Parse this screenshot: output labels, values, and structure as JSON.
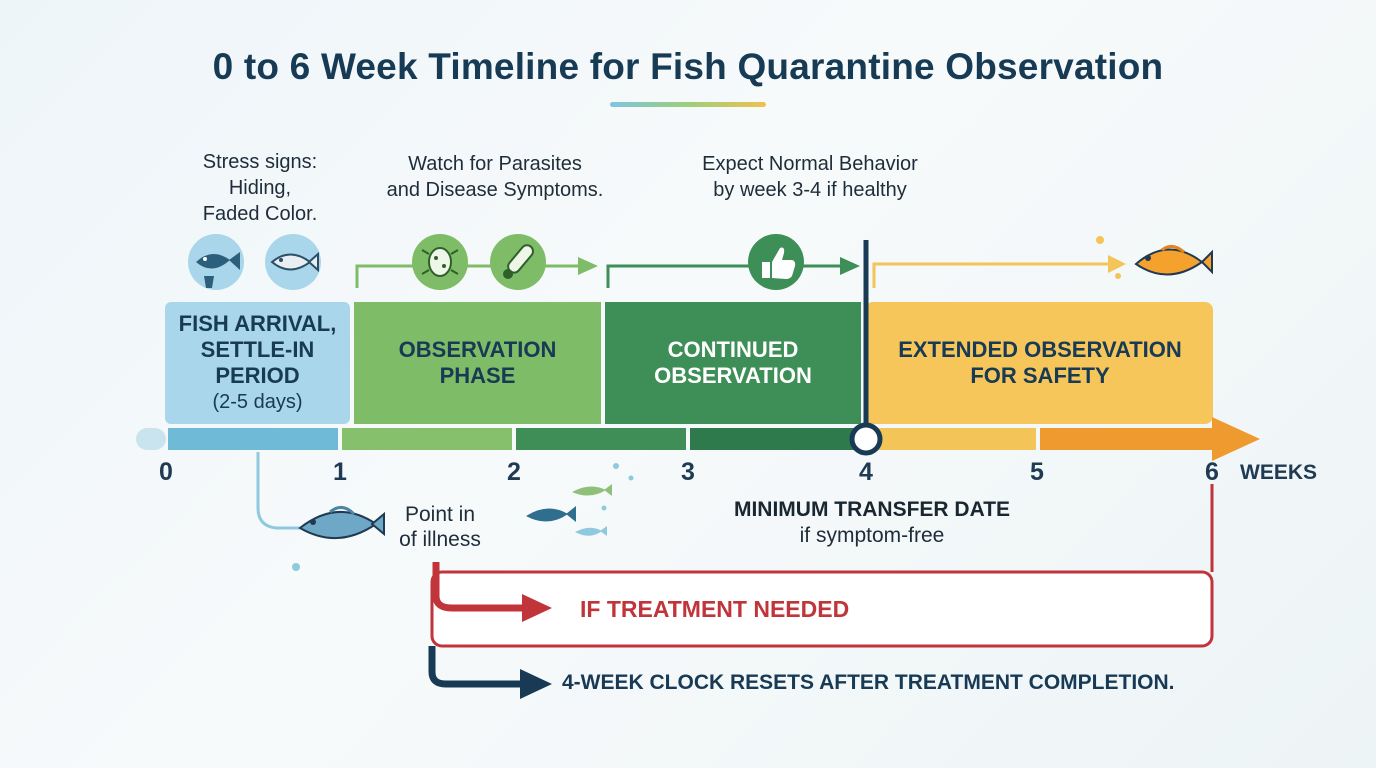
{
  "title": "0 to 6 Week Timeline for Fish Quarantine Observation",
  "notes": {
    "stress": [
      "Stress signs:",
      "Hiding,",
      "Faded Color."
    ],
    "parasites": [
      "Watch for Parasites",
      "and Disease Symptoms."
    ],
    "normal": [
      "Expect Normal Behavior",
      "by week 3-4 if healthy"
    ]
  },
  "phases": [
    {
      "lines": [
        "FISH ARRIVAL,",
        "SETTLE-IN",
        "PERIOD"
      ],
      "sub": "(2-5 days)",
      "color": "#a9d6ea"
    },
    {
      "lines": [
        "OBSERVATION",
        "PHASE"
      ],
      "color": "#7fbc67"
    },
    {
      "lines": [
        "CONTINUED",
        "OBSERVATION"
      ],
      "color": "#3e8f57"
    },
    {
      "lines": [
        "EXTENDED OBSERVATION",
        "FOR SAFETY"
      ],
      "color": "#f6c65a"
    }
  ],
  "ticks": [
    "0",
    "1",
    "2",
    "3",
    "4",
    "5",
    "6"
  ],
  "unit": "WEEKS",
  "illness": [
    "Point in",
    "of illness"
  ],
  "transfer": {
    "title": "MINIMUM TRANSFER DATE",
    "sub": "if symptom-free"
  },
  "treatment": "IF TREATMENT NEEDED",
  "reset": "4-WEEK CLOCK RESETS AFTER TREATMENT COMPLETION.",
  "colors": {
    "arrival": "#a9d6ea",
    "observation": "#7fbc67",
    "continued": "#3e8f57",
    "extended": "#f6c65a",
    "treatment": "#c0343a",
    "navy": "#183a55"
  },
  "icons": [
    "stressed-fish-icon",
    "pale-fish-icon",
    "parasite-icon",
    "thermometer-icon",
    "thumbs-up-icon",
    "healthy-fish-icon"
  ]
}
